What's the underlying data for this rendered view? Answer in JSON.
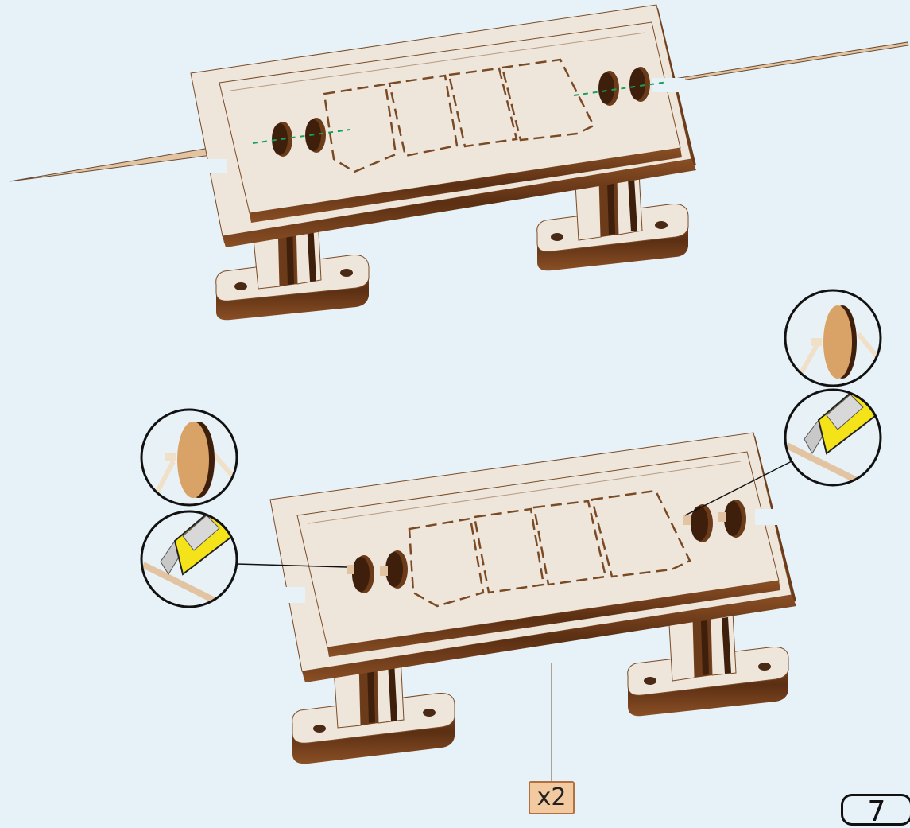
{
  "step": {
    "quantity_label": "x2",
    "page_number": "7"
  },
  "colors": {
    "background": "#e6f2f8",
    "plywood_face": "#efe6db",
    "plywood_edge": "#6b3b1a",
    "badge_fill": "#f3c9a0",
    "cutter_yellow": "#f5e31a"
  },
  "icons": [
    "skewer-stick",
    "pulley-wheel",
    "utility-knife-icon",
    "magnify-detail-circle"
  ]
}
